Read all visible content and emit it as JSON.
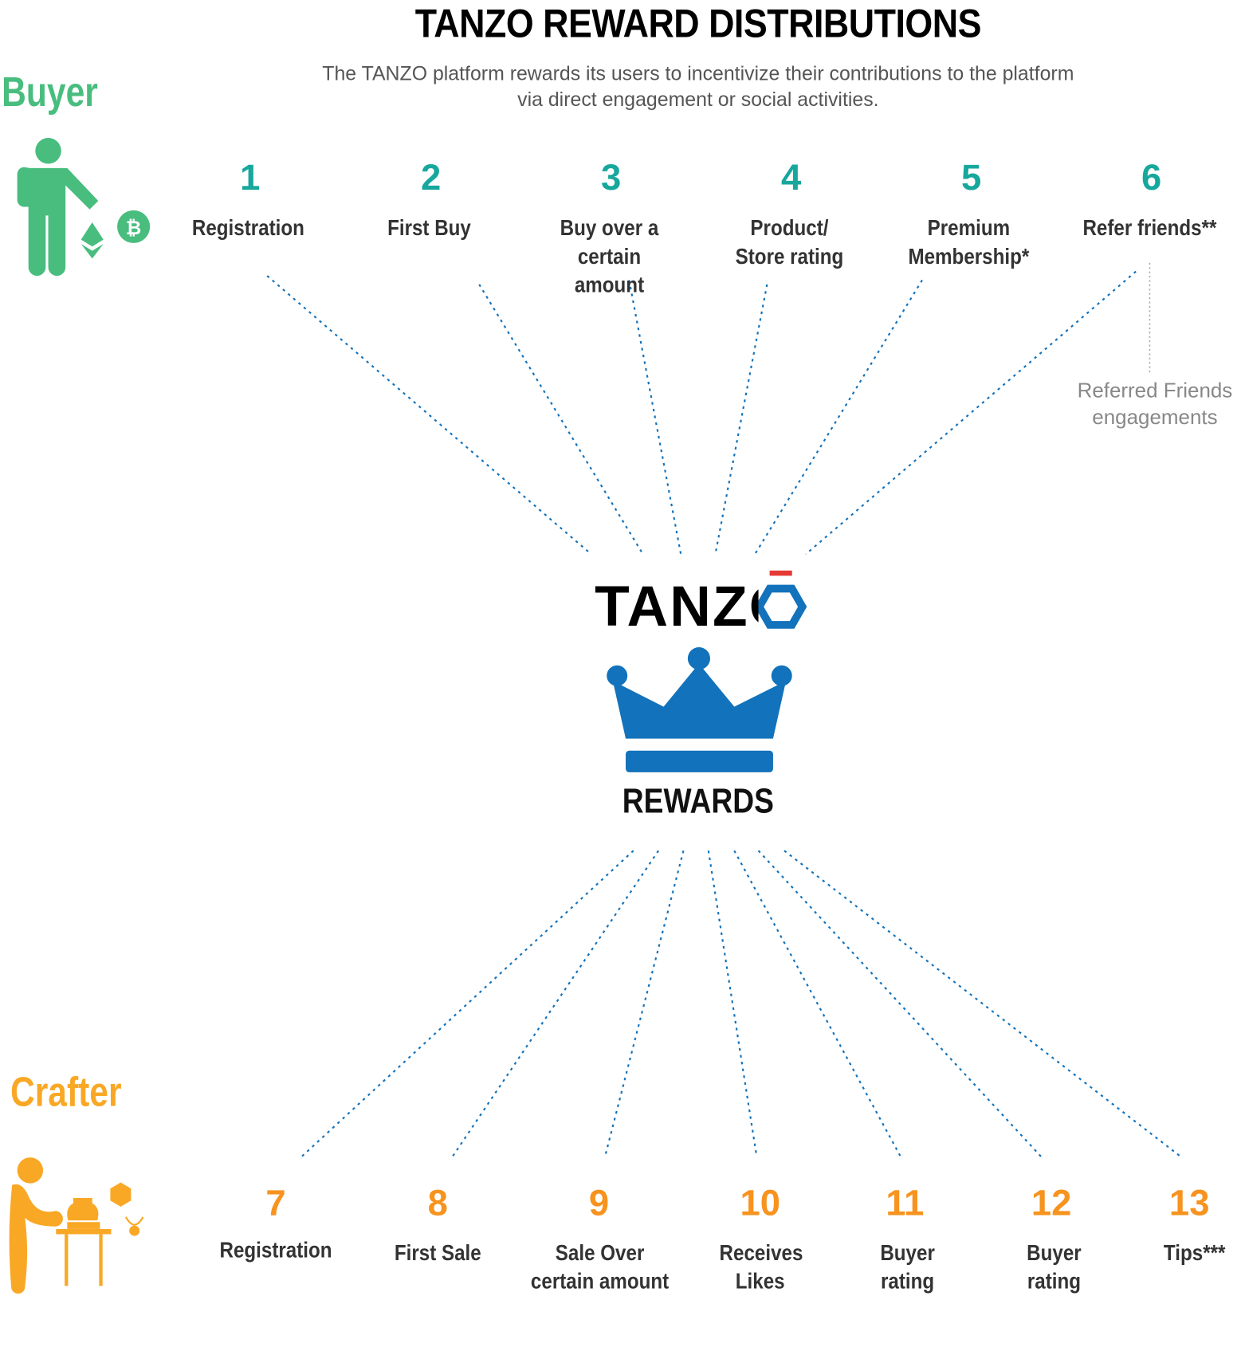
{
  "header": {
    "title": "TANZO REWARD DISTRIBUTIONS",
    "subtitle": "The TANZO platform rewards its users to incentivize their contributions to the platform via direct engagement or social activities."
  },
  "buyer": {
    "label": "Buyer",
    "color": "#48bd7e",
    "steps": [
      {
        "num": "1",
        "label": "Registration"
      },
      {
        "num": "2",
        "label": "First Buy"
      },
      {
        "num": "3",
        "label": "Buy over a certain amount"
      },
      {
        "num": "4",
        "label": "Product/ Store rating"
      },
      {
        "num": "5",
        "label": "Premium Membership*"
      },
      {
        "num": "6",
        "label": "Refer friends**"
      }
    ],
    "referred_note": "Referred Friends engagements"
  },
  "center": {
    "logo": "TANZO",
    "rewards": "REWARDS",
    "crown_color": "#1272bb",
    "accent": "#e53935"
  },
  "crafter": {
    "label": "Crafter",
    "color": "#f9a825",
    "steps": [
      {
        "num": "7",
        "label": "Registration"
      },
      {
        "num": "8",
        "label": "First Sale"
      },
      {
        "num": "9",
        "label": "Sale Over certain amount"
      },
      {
        "num": "10",
        "label": "Receives Likes"
      },
      {
        "num": "11",
        "label": "Buyer rating"
      },
      {
        "num": "12",
        "label": "Buyer rating"
      },
      {
        "num": "13",
        "label": "Tips***"
      }
    ]
  }
}
